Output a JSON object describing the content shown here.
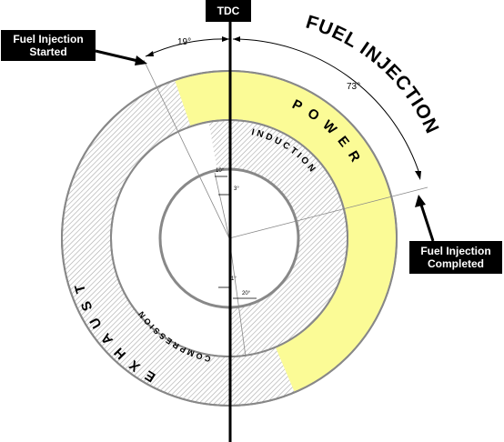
{
  "labels": {
    "tdc": "TDC",
    "fuel_injection_title": "FUEL INJECTION",
    "injection_started": [
      "Fuel Injection",
      "Started"
    ],
    "injection_completed": [
      "Fuel Injection",
      "Completed"
    ]
  },
  "strokes": {
    "power": "POWER",
    "induction": "INDUCTION",
    "compression": "COMPRESSION",
    "exhaust": "EXHAUST"
  },
  "angles": {
    "injection_start": "19°",
    "injection_duration": "73°",
    "inner_top_left": "10°",
    "inner_top_right": "3°",
    "inner_bottom_left": "1°",
    "inner_bottom_right": "20°"
  },
  "colors": {
    "power_fill": "#fbfb96",
    "hatch": "#aaaaaa",
    "ring_outline": "#888888",
    "line": "#000000"
  }
}
